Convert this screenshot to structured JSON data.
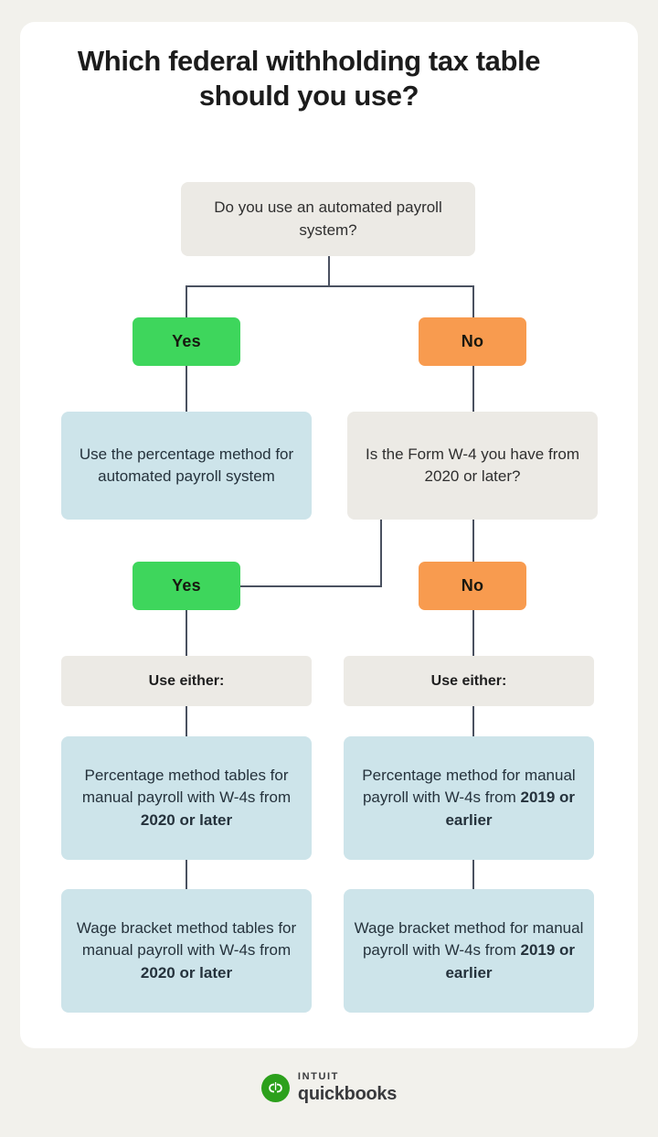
{
  "title": "Which federal withholding tax table should you use?",
  "colors": {
    "page_background": "#f2f1ec",
    "card_background": "#ffffff",
    "yes_green": "#3ed65c",
    "no_orange": "#f89b4f",
    "info_blue": "#cde4ea",
    "question_grey": "#eceae5",
    "connector": "#4a5160",
    "brand_green": "#2ca01c"
  },
  "flowchart": {
    "type": "decision-tree",
    "root": {
      "question": "Do you use an automated payroll system?"
    },
    "branches": [
      {
        "answer": "Yes",
        "result": "Use the percentage method for automated payroll system"
      },
      {
        "answer": "No",
        "question": "Is the Form W-4 you have from 2020 or later?",
        "branches": [
          {
            "answer": "Yes",
            "use_either_label": "Use either:",
            "options": [
              {
                "text_prefix": "Percentage method tables for manual payroll with W-4s from ",
                "text_bold": "2020 or later"
              },
              {
                "text_prefix": "Wage bracket method tables for manual payroll with W-4s from ",
                "text_bold": "2020 or later"
              }
            ]
          },
          {
            "answer": "No",
            "use_either_label": "Use either:",
            "options": [
              {
                "text_prefix": "Percentage method for manual payroll with W-4s from ",
                "text_bold": "2019 or earlier"
              },
              {
                "text_prefix": "Wage bracket method for manual payroll with W-4s from ",
                "text_bold": "2019 or earlier"
              }
            ]
          }
        ]
      }
    ]
  },
  "footer": {
    "brand_top": "INTUIT",
    "brand_bottom": "quickbooks",
    "logo_glyph": "qb"
  }
}
